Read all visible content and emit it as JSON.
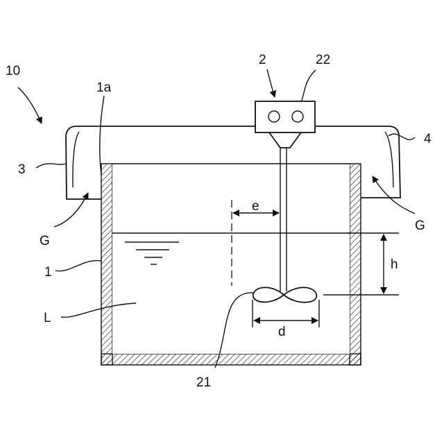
{
  "labels": {
    "apparatus": "10",
    "stirrer": "2",
    "motor_unit": "22",
    "tank_inner_wall": "1a",
    "cover": "3",
    "cover_edge": "4",
    "gap_left": "G",
    "gap_right": "G",
    "tank": "1",
    "liquid": "L",
    "offset": "e",
    "depth": "h",
    "blade_diameter": "d",
    "impeller": "21"
  }
}
